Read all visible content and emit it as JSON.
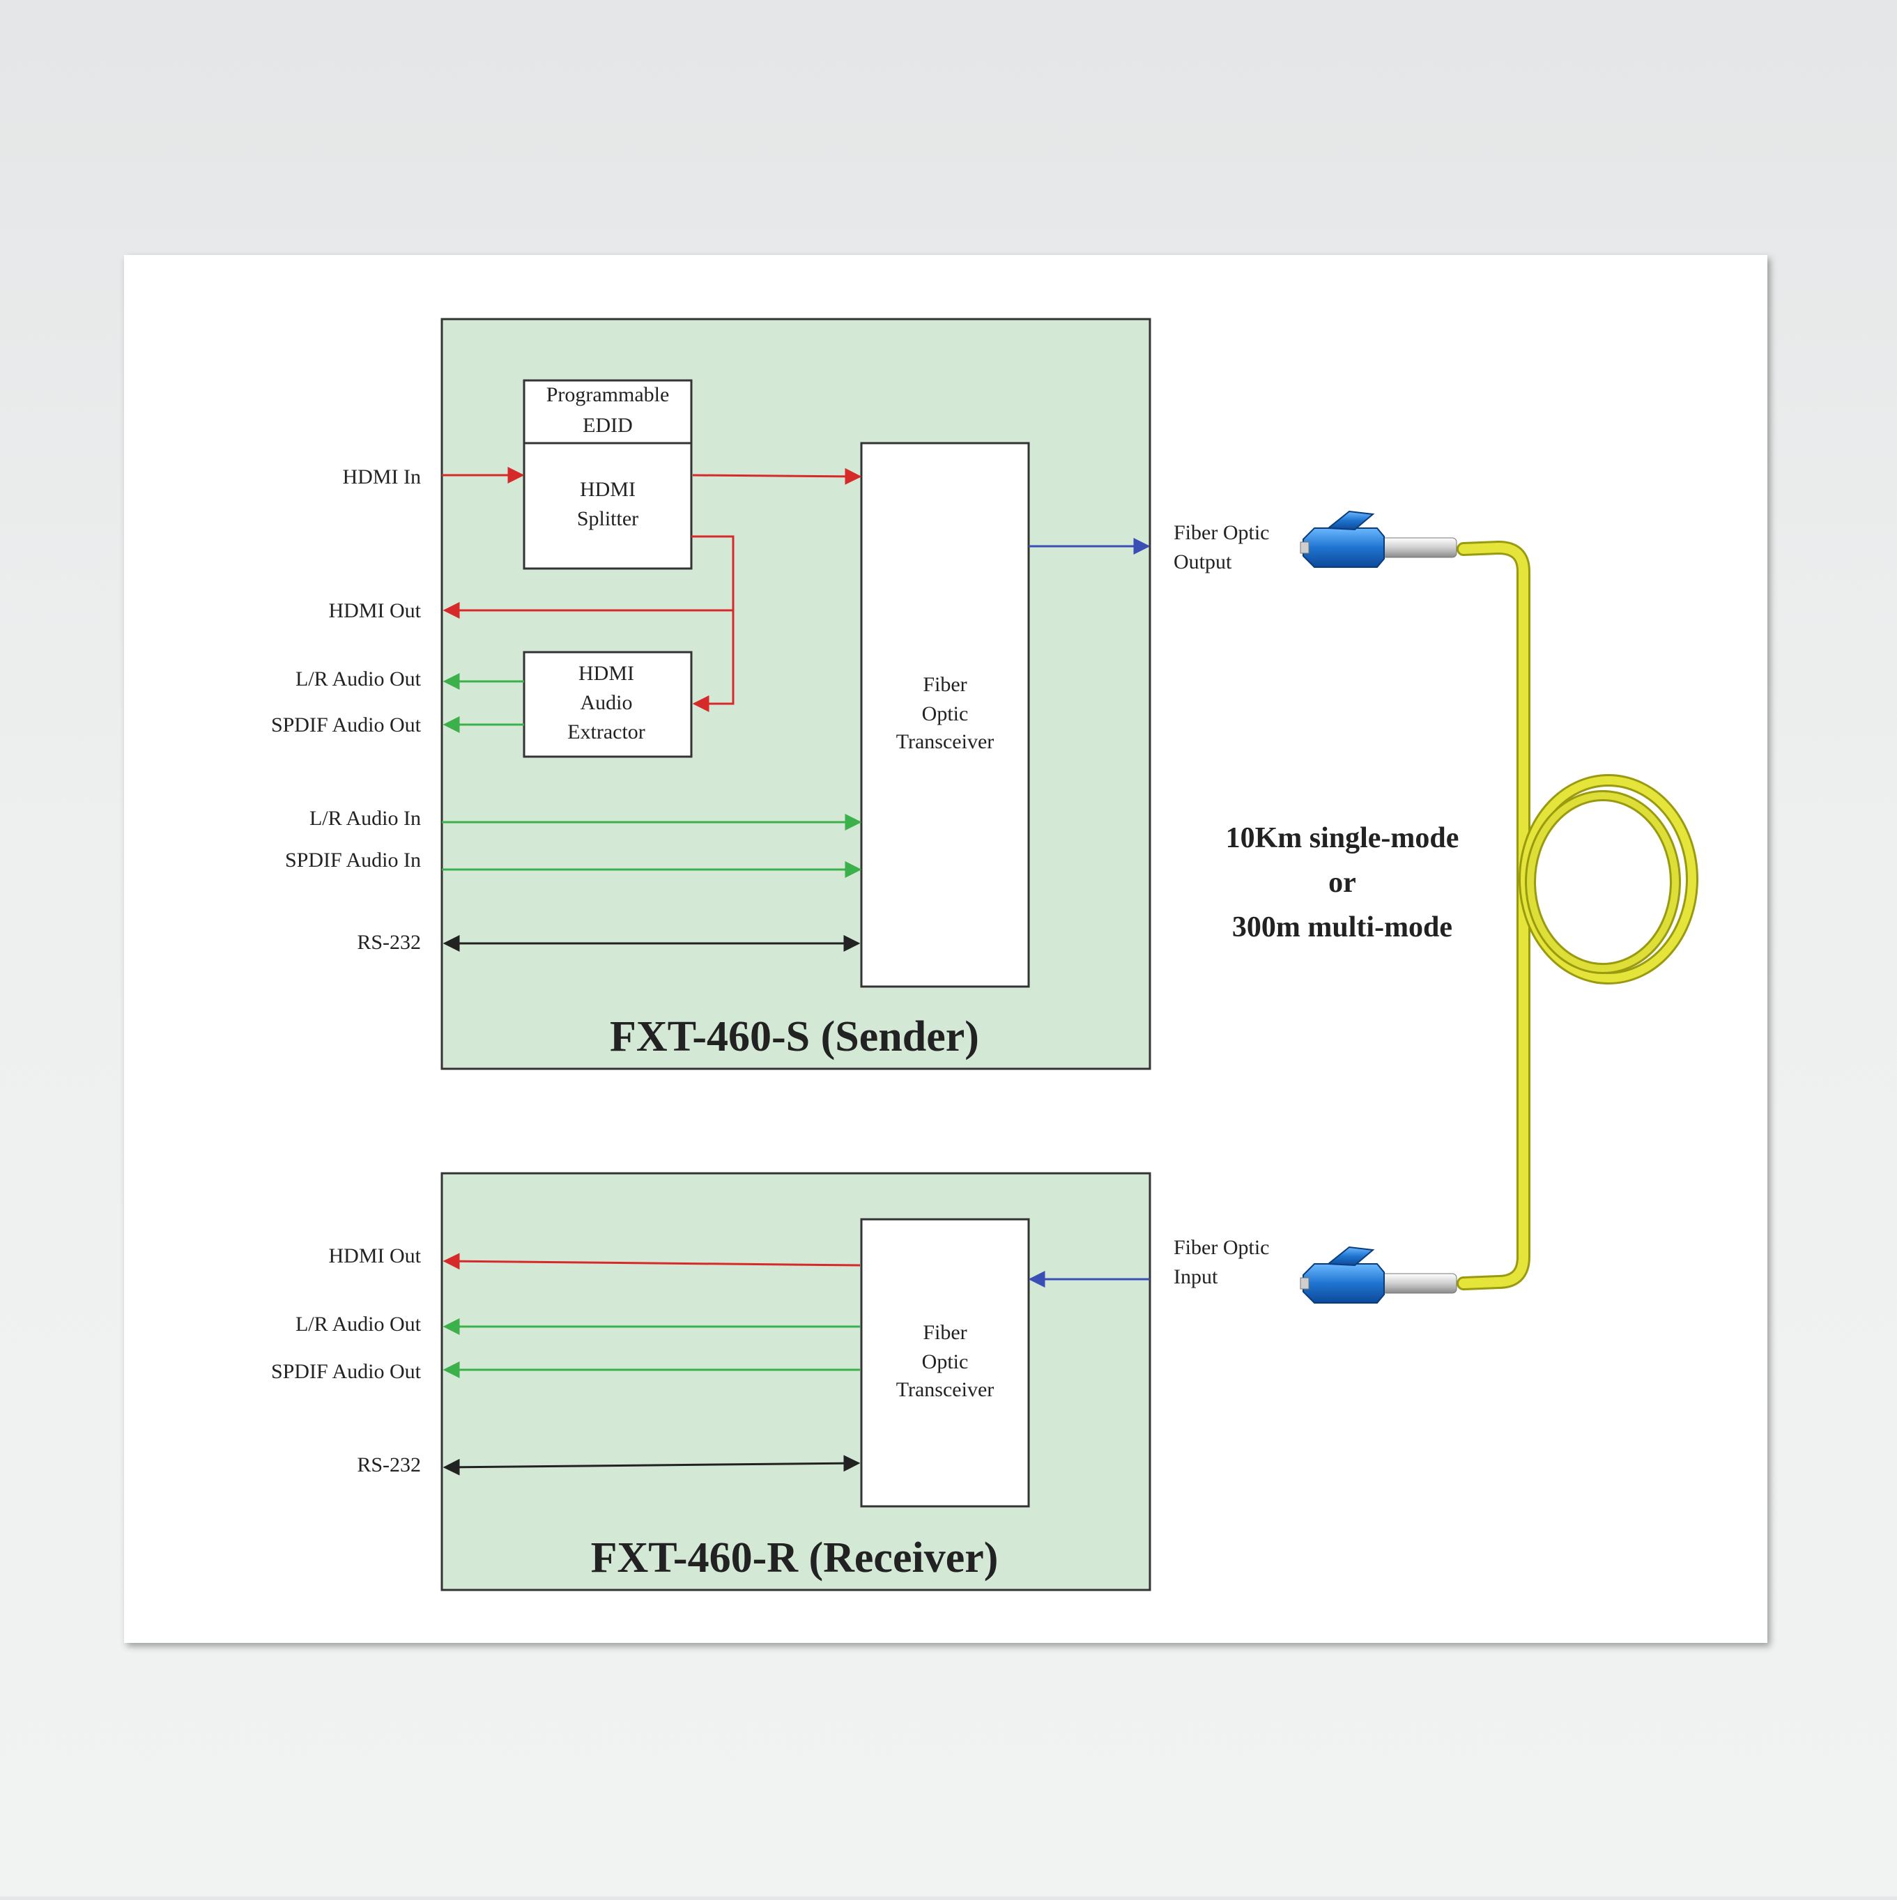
{
  "colors": {
    "unit_fill": "#d4e8d6",
    "hdmi": "#d62a2a",
    "audio": "#3cb04a",
    "rs232": "#222222",
    "fiber_signal": "#3a4fb5",
    "cable": "#dddd2a",
    "connector": "#2a7fd4"
  },
  "sender": {
    "title": "FXT-460-S (Sender)",
    "edid_line1": "Programmable",
    "edid_line2": "EDID",
    "splitter_line1": "HDMI",
    "splitter_line2": "Splitter",
    "extractor_line1": "HDMI",
    "extractor_line2": "Audio",
    "extractor_line3": "Extractor",
    "transceiver_line1": "Fiber",
    "transceiver_line2": "Optic",
    "transceiver_line3": "Transceiver",
    "ports": {
      "hdmi_in": "HDMI In",
      "hdmi_out": "HDMI Out",
      "lr_audio_out": "L/R Audio Out",
      "spdif_audio_out": "SPDIF Audio Out",
      "lr_audio_in": "L/R Audio In",
      "spdif_audio_in": "SPDIF Audio In",
      "rs232": "RS-232"
    },
    "fiber_label_line1": "Fiber Optic",
    "fiber_label_line2": "Output"
  },
  "receiver": {
    "title": "FXT-460-R (Receiver)",
    "transceiver_line1": "Fiber",
    "transceiver_line2": "Optic",
    "transceiver_line3": "Transceiver",
    "ports": {
      "hdmi_out": "HDMI Out",
      "lr_audio_out": "L/R Audio Out",
      "spdif_audio_out": "SPDIF Audio Out",
      "rs232": "RS-232"
    },
    "fiber_label_line1": "Fiber Optic",
    "fiber_label_line2": "Input"
  },
  "cable": {
    "line1": "10Km single-mode",
    "line2": "or",
    "line3": "300m multi-mode"
  }
}
